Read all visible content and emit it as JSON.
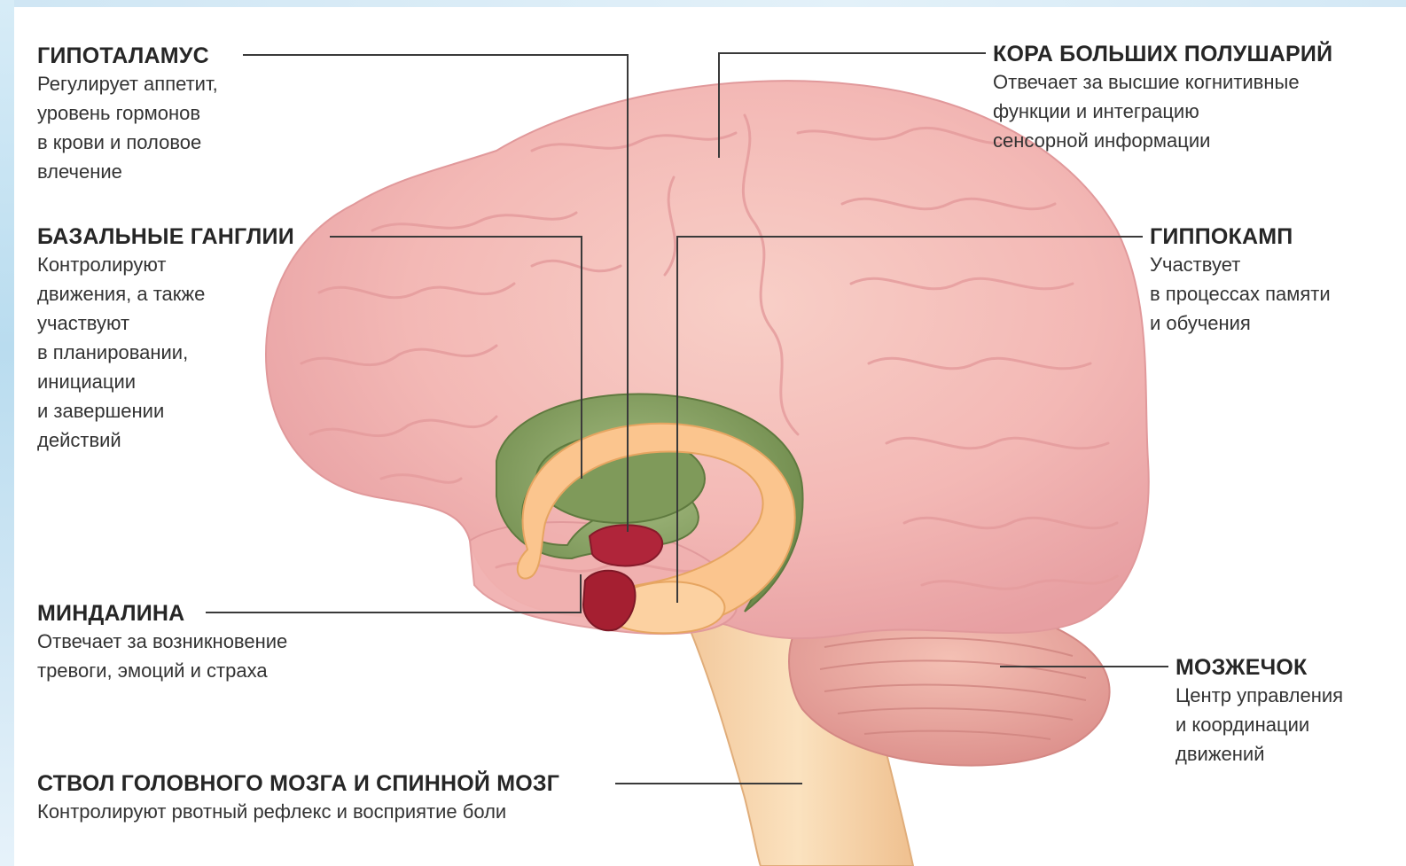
{
  "colors": {
    "brain": "#f2b4b4",
    "basal_ganglia": "#8ea86a",
    "hippocampus": "#fbc58e",
    "amygdala": "#a8202f",
    "cerebellum": "#e9a09a",
    "brainstem": "#f7d5a9",
    "leader_line": "#3a3a3a"
  },
  "labels": {
    "hypothalamus": {
      "title": "ГИПОТАЛАМУС",
      "desc": "Регулирует аппетит,\nуровень гормонов\nв крови и половое\nвлечение"
    },
    "basal_ganglia": {
      "title": "БАЗАЛЬНЫЕ ГАНГЛИИ",
      "desc": "Контролируют\nдвижения, а также\nучаствуют\nв планировании,\nинициации\nи завершении\nдействий"
    },
    "amygdala": {
      "title": "МИНДАЛИНА",
      "desc": "Отвечает за возникновение\nтревоги, эмоций и страха"
    },
    "brainstem": {
      "title": "СТВОЛ ГОЛОВНОГО МОЗГА И СПИННОЙ МОЗГ",
      "desc": "Контролируют рвотный рефлекс и восприятие боли"
    },
    "cortex": {
      "title": "КОРА БОЛЬШИХ ПОЛУШАРИЙ",
      "desc": "Отвечает за высшие когнитивные\nфункции и интеграцию\nсенсорной информации"
    },
    "hippocampus": {
      "title": "ГИППОКАМП",
      "desc": "Участвует\nв процессах памяти\nи обучения"
    },
    "cerebellum": {
      "title": "МОЗЖЕЧОК",
      "desc": "Центр управления\nи координации\nдвижений"
    }
  }
}
